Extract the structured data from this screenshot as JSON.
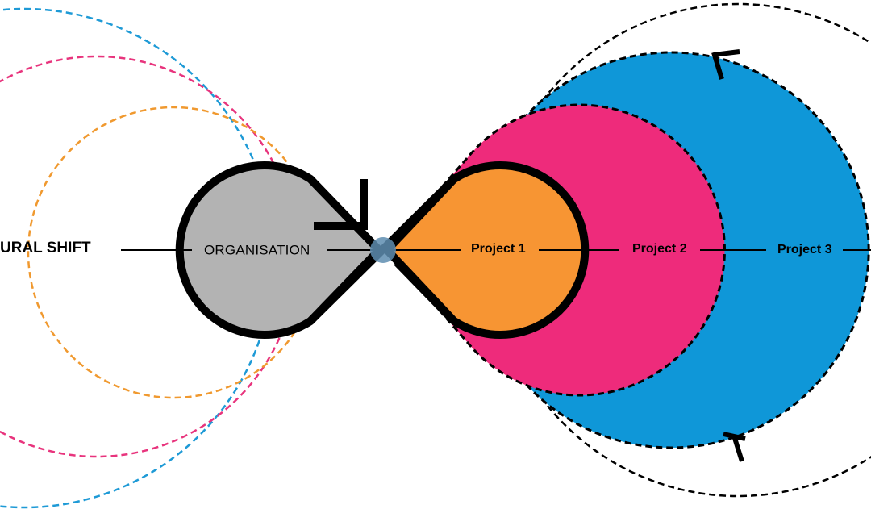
{
  "labels": {
    "left_fragment": "URAL SHIFT",
    "organisation": "ORGANISATION",
    "project_1": "Project 1",
    "project_2": "Project 2",
    "project_3": "Project 3"
  },
  "colors": {
    "organisation_fill": "#b3b3b3",
    "project_1_fill": "#f79533",
    "project_2_fill": "#ee2b7b",
    "project_3_fill": "#0f97d8",
    "outline": "#000000",
    "guide_blue": "#1e9ad6",
    "guide_pink": "#e8347d",
    "guide_orange": "#f0992f",
    "center_node": "#5e8db0"
  }
}
